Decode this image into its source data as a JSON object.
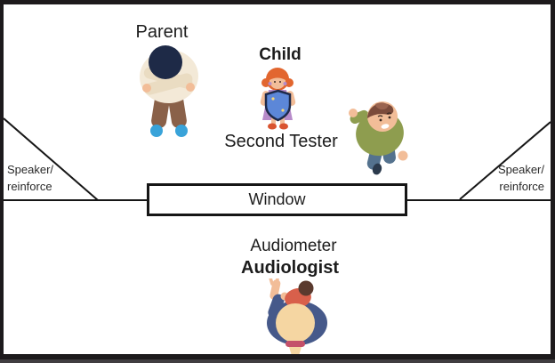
{
  "diagram": {
    "labels": {
      "parent": "Parent",
      "child": "Child",
      "second_tester": "Second Tester",
      "window": "Window",
      "audiometer": "Audiometer",
      "audiologist": "Audiologist",
      "speaker_left_line1": "Speaker/",
      "speaker_left_line2": "reinforce",
      "speaker_right_line1": "Speaker/",
      "speaker_right_line2": "reinforce"
    },
    "figures": [
      {
        "name": "parent-top-view-illustration",
        "alt": "adult seen from above with arms crossed, dark hair, cream shirt, brown pants, blue shoes"
      },
      {
        "name": "child-with-shield-illustration",
        "alt": "girl with orange hair and purple dress holding a blue shield"
      },
      {
        "name": "second-tester-top-view-illustration",
        "alt": "man seen from above looking up, olive shirt, blue jeans"
      },
      {
        "name": "audiologist-top-view-illustration",
        "alt": "person seen from above with raised arm carrying child in red shirt"
      }
    ],
    "colors": {
      "frame": "#1d1a1c",
      "background": "#ffffff",
      "line": "#161616",
      "text": "#1c1c1c",
      "skin": "#f2bd98",
      "parent_hair": "#1e2a47",
      "parent_shirt": "#f3e9d7",
      "parent_shirt_dark": "#eadcc2",
      "parent_pants": "#8a6149",
      "parent_shoes": "#39a3d9",
      "child_hair": "#e2662f",
      "child_dress": "#b78bc9",
      "child_shield": "#5c87d8",
      "child_shield_border": "#1e2a4a",
      "child_shoes": "#d95430",
      "child_cheek": "#b48cc8",
      "shield_spark": "#f5d77a",
      "tester_shirt": "#8e9d4f",
      "tester_hair": "#7b4b3b",
      "tester_hair_light": "#9a6450",
      "tester_jeans": "#54728e",
      "tester_shoe": "#2b3a4c",
      "face_dark": "#3a2a22",
      "audiologist_shirt": "#46598a",
      "audiologist_head": "#f5d6a2",
      "audiologist_child_shirt": "#d8604b",
      "audiologist_child_hair": "#5a3a2e",
      "audiologist_band": "#c4506a"
    }
  }
}
